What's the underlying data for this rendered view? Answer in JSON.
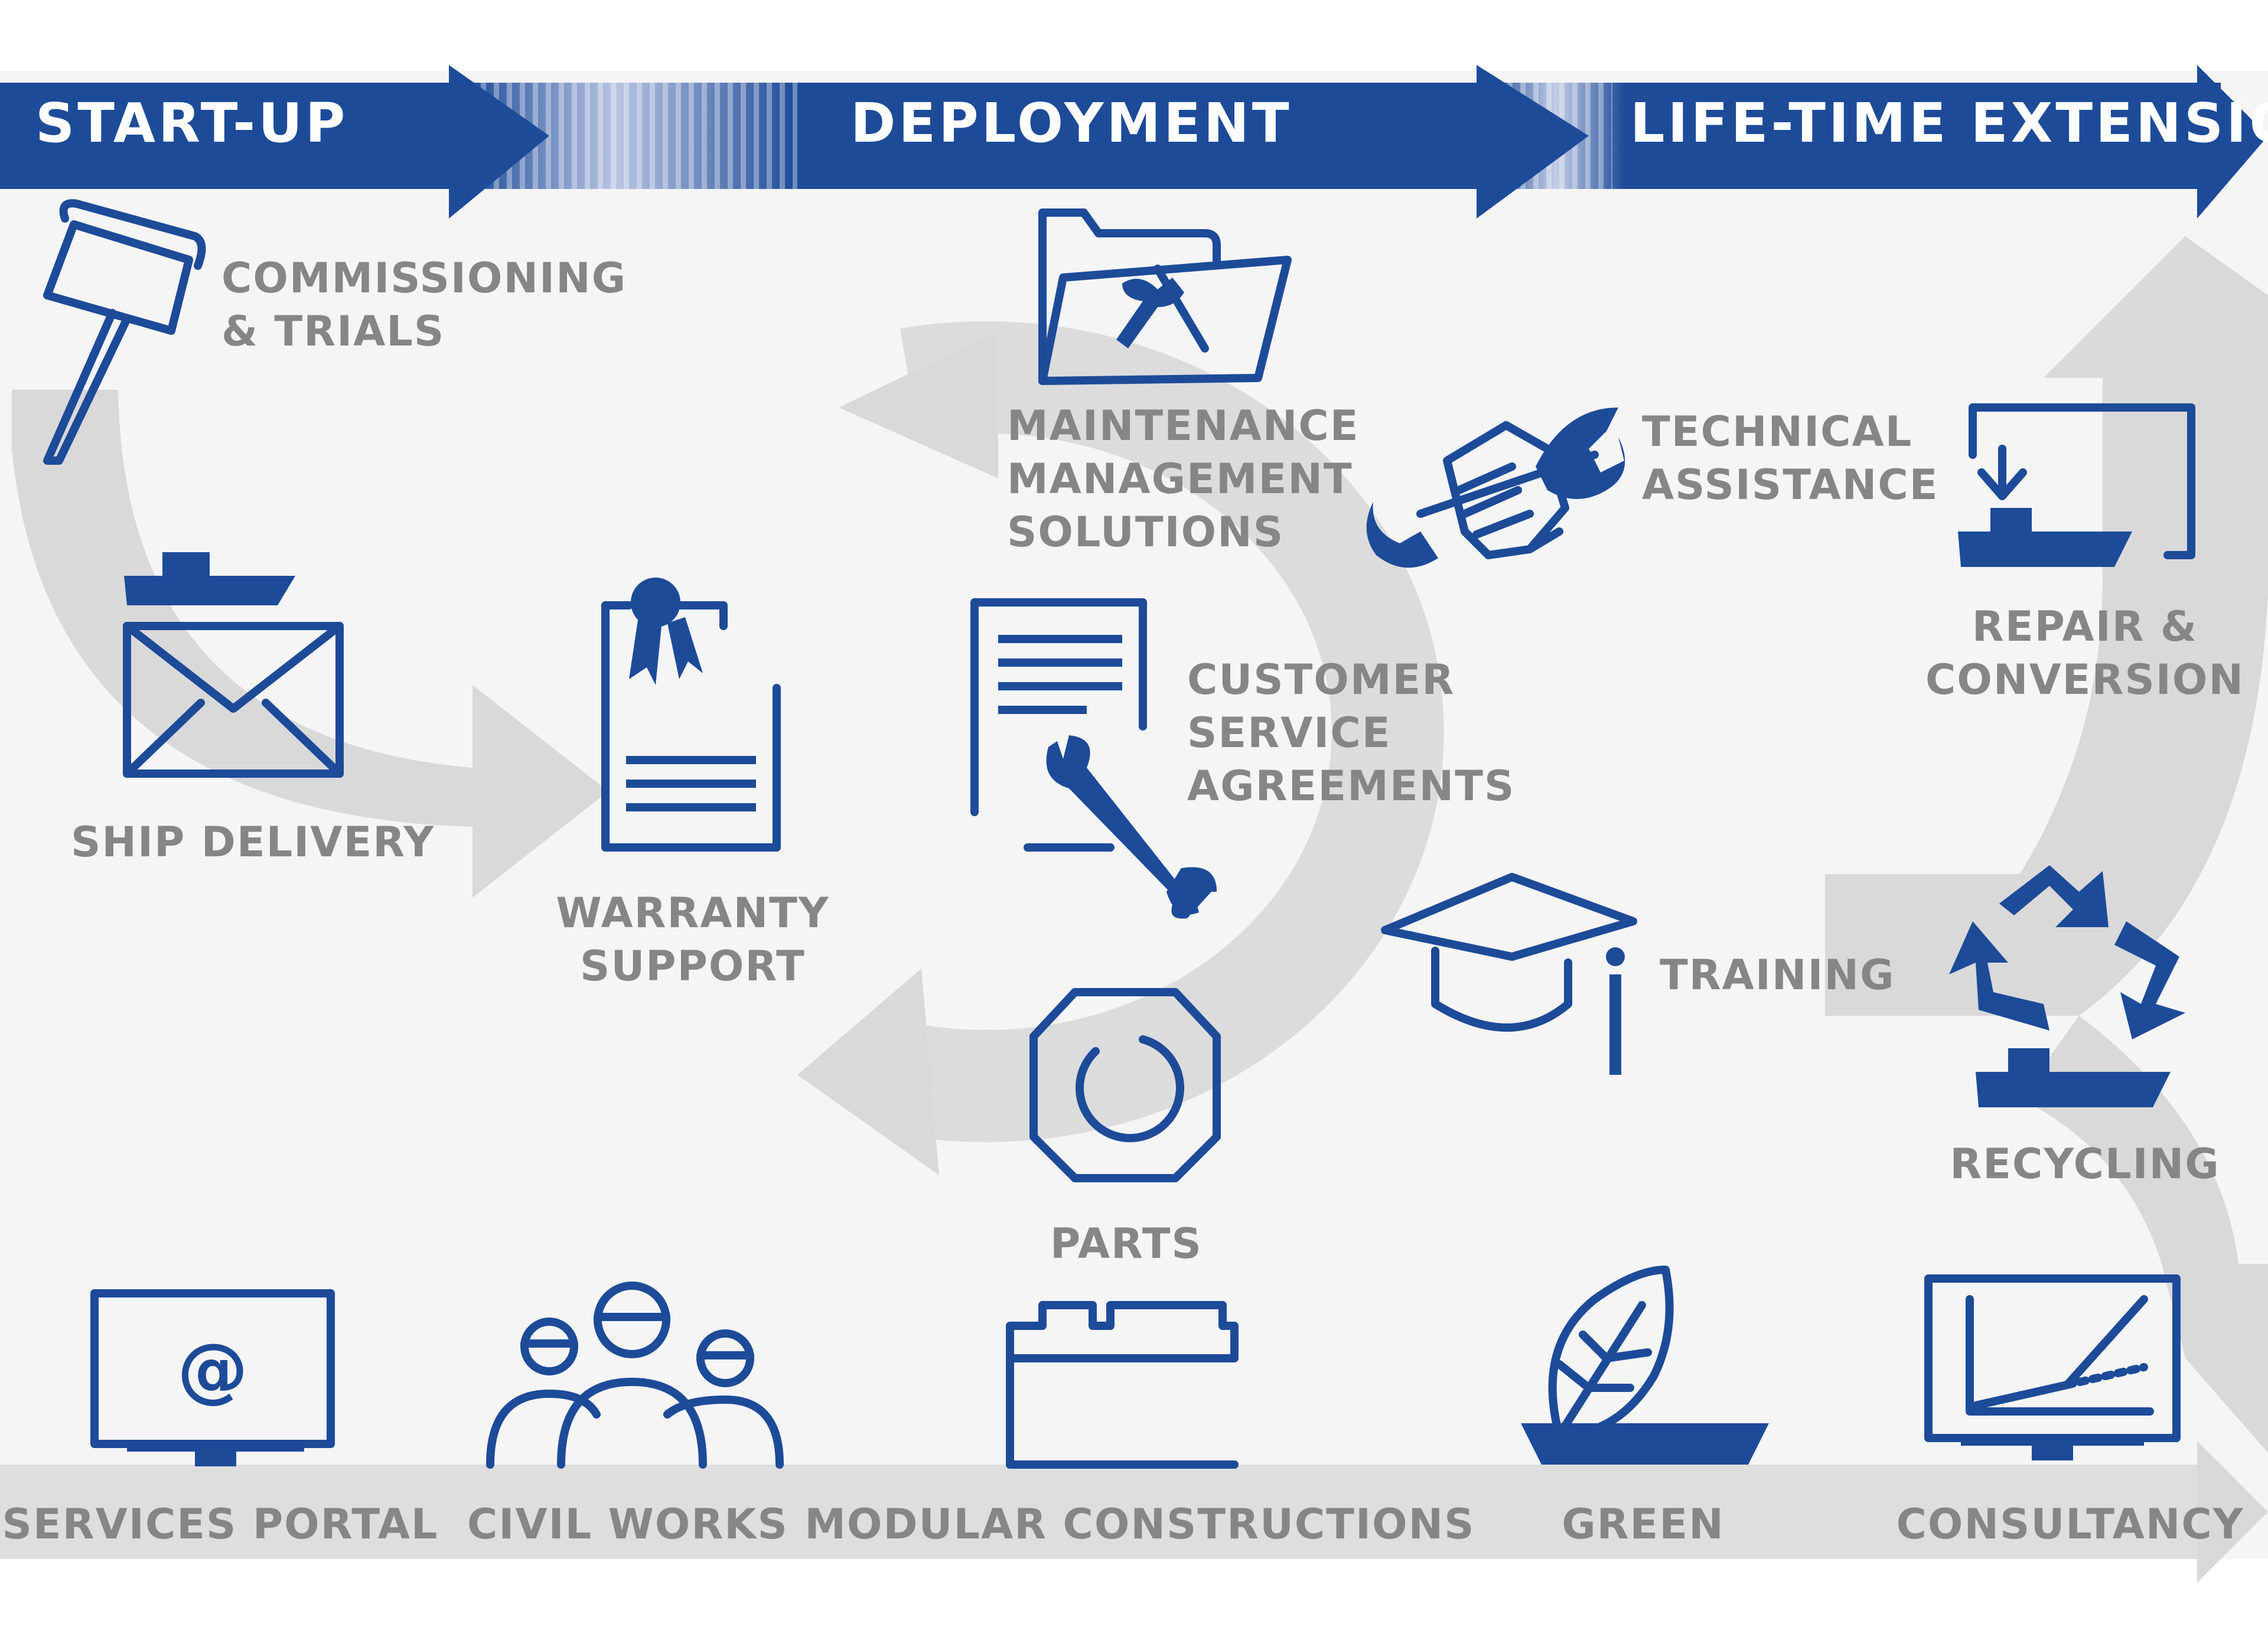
{
  "colors": {
    "brand_blue": "#1d4b98",
    "label_gray": "#868688",
    "flow_gray": "#d9d9da",
    "background": "#f5f5f6"
  },
  "phases": [
    {
      "label": "START-UP"
    },
    {
      "label": "DEPLOYMENT"
    },
    {
      "label": "LIFE-TIME EXTENSION"
    }
  ],
  "services": {
    "commissioning": {
      "line1": "COMMISSIONING",
      "line2": "& TRIALS",
      "icon": "gavel-icon"
    },
    "ship_delivery": {
      "label": "SHIP DELIVERY",
      "icon": "ship-envelope-icon"
    },
    "warranty": {
      "line1": "WARRANTY",
      "line2": "SUPPORT",
      "icon": "certificate-icon"
    },
    "maintenance": {
      "line1": "MAINTENANCE",
      "line2": "MANAGEMENT",
      "line3": "SOLUTIONS",
      "icon": "tools-folder-icon"
    },
    "customer_service": {
      "line1": "CUSTOMER",
      "line2": "SERVICE",
      "line3": "AGREEMENTS",
      "icon": "document-wrench-icon"
    },
    "technical": {
      "line1": "TECHNICAL",
      "line2": "ASSISTANCE",
      "icon": "hand-wrench-icon"
    },
    "training": {
      "label": "TRAINING",
      "icon": "graduation-cap-icon"
    },
    "parts": {
      "label": "PARTS",
      "icon": "nut-icon"
    },
    "repair": {
      "line1": "REPAIR &",
      "line2": "CONVERSION",
      "icon": "ship-repair-icon"
    },
    "recycling": {
      "label": "RECYCLING",
      "icon": "recycle-ship-icon"
    }
  },
  "bottom_row": [
    {
      "label": "SERVICES PORTAL",
      "icon": "monitor-at-icon"
    },
    {
      "label": "CIVIL WORKS",
      "icon": "workers-icon"
    },
    {
      "label": "MODULAR CONSTRUCTIONS",
      "icon": "modular-blocks-icon"
    },
    {
      "label": "GREEN",
      "icon": "leaf-ship-icon"
    },
    {
      "label": "CONSULTANCY",
      "icon": "monitor-chart-icon"
    }
  ]
}
